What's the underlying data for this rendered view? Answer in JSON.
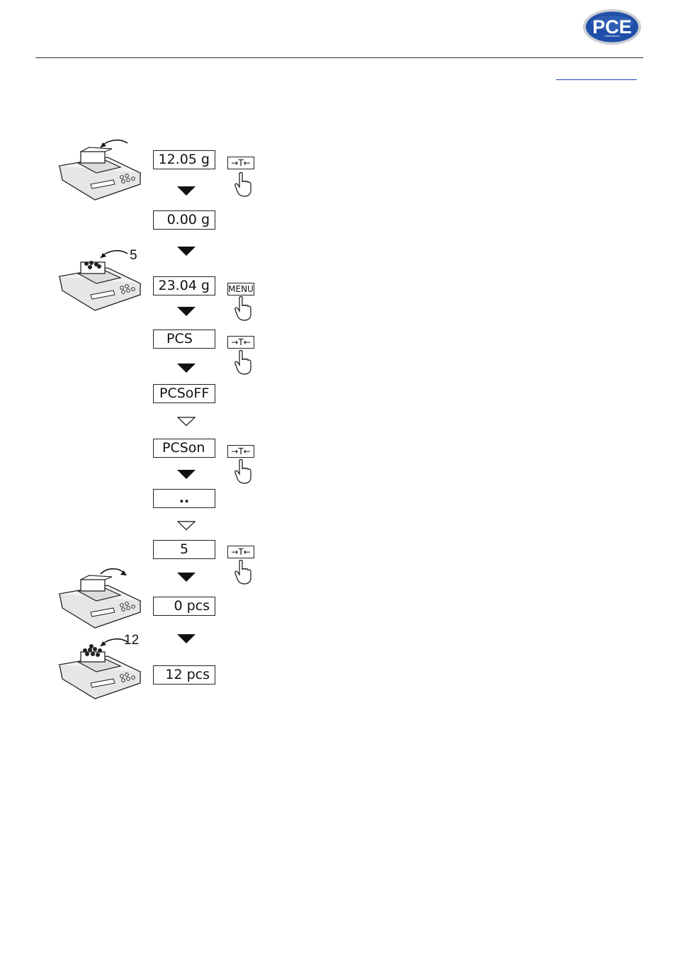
{
  "header": {
    "logo_text": "PCE",
    "logo_subtext": "Instruments",
    "colors": {
      "logo_blue": "#1f4fa8",
      "logo_rim": "#c9ccd3",
      "link": "#1a3fc0"
    }
  },
  "sequence": {
    "displays": [
      "12.05 g",
      "0.00 g",
      "23.04 g",
      "PCS",
      "PCSoFF",
      "PCSon",
      "..",
      "5",
      "0 pcs",
      "12 pcs"
    ],
    "keys": {
      "tare_label": "→T←",
      "menu_label": "MENU"
    },
    "pieces_added": [
      "5",
      "12"
    ]
  }
}
